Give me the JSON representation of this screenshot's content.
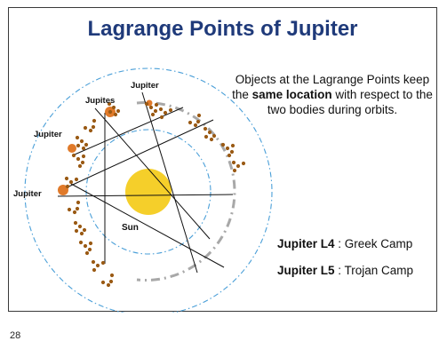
{
  "title": "Lagrange Points of Jupiter",
  "description": {
    "part1": "Objects at the Lagrange Points keep the ",
    "bold": "same location",
    "part2": " with respect to the two bodies during orbits."
  },
  "camps": [
    {
      "label": "Jupiter L4",
      "sep": " : ",
      "name": "Greek Camp"
    },
    {
      "label": "Jupiter L5",
      "sep": " : ",
      "name": "Trojan Camp"
    }
  ],
  "sun_label": "Sun",
  "jupiter_labels": [
    "Jupiter",
    "Jupites",
    "Jupiter",
    "Jupiter"
  ],
  "page_number": "28",
  "colors": {
    "title": "#1f3a7a",
    "sun": "#f5cf2a",
    "asteroid": "#9a5a14",
    "jupiter": "#e07a2a",
    "orbit_dashed": "#4a9fd8",
    "jupiter_orbit": "#a8a8a8"
  }
}
